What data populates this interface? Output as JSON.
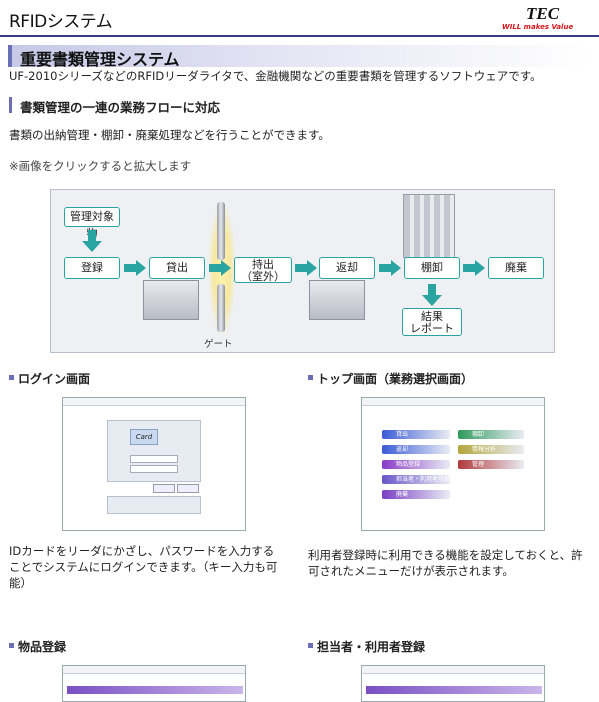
{
  "header": {
    "site_title": "RFIDシステム",
    "logo_text": "TEC",
    "logo_tagline": "WILL makes Value"
  },
  "page": {
    "title": "重要書類管理システム",
    "lead": "UF-2010シリーズなどのRFIDリーダライタで、金融機関などの重要書類を管理するソフトウェアです。"
  },
  "section": {
    "title": "書類管理の一連の業務フローに対応",
    "paragraph": "書類の出納管理・棚卸・廃棄処理などを行うことができます。",
    "note": "※画像をクリックすると拡大します"
  },
  "flow": {
    "managed_items": "管理対象物",
    "register": "登録",
    "lend": "貸出",
    "carry_out_line1": "持出",
    "carry_out_line2": "（室外）",
    "return": "返却",
    "inventory": "棚卸",
    "dispose": "廃棄",
    "result_line1": "結果",
    "result_line2": "レポート",
    "gate": "ゲート"
  },
  "login": {
    "title": "ログイン画面",
    "description_line1": "IDカードをリーダにかざし、パスワードを入力する",
    "description_line2": "ことでシステムにログインできます。（キー入力も可",
    "description_line3": "能）",
    "card_text": "Card"
  },
  "top": {
    "title": "トップ画面（業務選択画面）",
    "description_line1": "利用者登録時に利用できる機能を設定しておくと、許",
    "description_line2": "可されたメニューだけが表示されます。",
    "menu_left": [
      "貸出",
      "返却",
      "物品登録",
      "担当者・利用者登録",
      "廃棄"
    ],
    "menu_right": [
      "棚卸",
      "情報分析",
      "管理"
    ],
    "colors": {
      "menu_left": [
        "#3b5bd6",
        "#3b5bd6",
        "#8a3bc7",
        "#6a55c9",
        "#7a3fc4"
      ],
      "menu_right": [
        "#2f9a5a",
        "#b2a63a",
        "#b03a3a"
      ]
    }
  },
  "item_register": {
    "title": "物品登録"
  },
  "user_register": {
    "title": "担当者・利用者登録"
  },
  "accent": "#6b6fb8"
}
